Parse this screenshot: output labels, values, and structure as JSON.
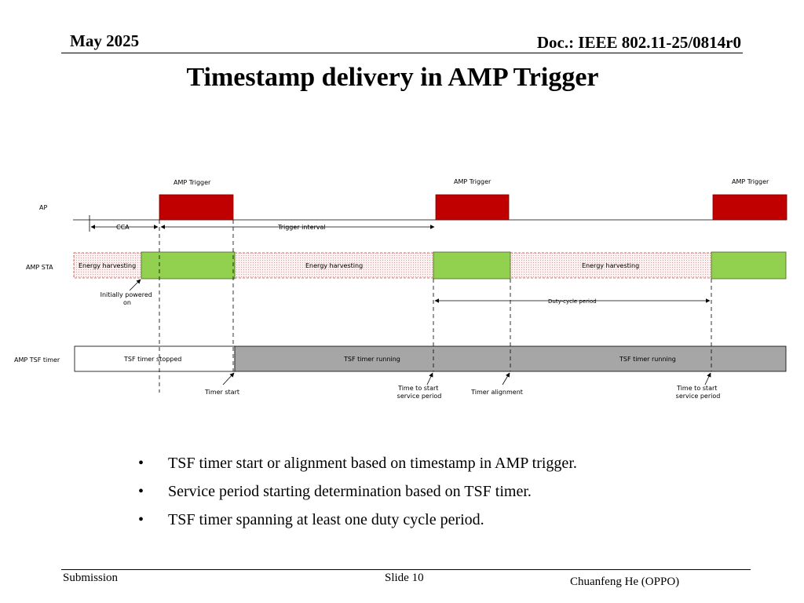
{
  "header": {
    "date": "May 2025",
    "doc": "Doc.: IEEE 802.11-25/0814r0"
  },
  "title": "Timestamp delivery in AMP Trigger",
  "diagram": {
    "rows": {
      "ap": "AP",
      "sta": "AMP STA",
      "tsf": "AMP TSF timer"
    },
    "amp_trigger": "AMP Trigger",
    "cca": "CCA",
    "trigger_interval": "Trigger interval",
    "energy_harvesting": "Energy harvesting",
    "initially_powered_line1": "Initially powered",
    "initially_powered_line2": "on",
    "duty_cycle_period": "Duty-cycle period",
    "tsf_stopped": "TSF timer stopped",
    "tsf_running": "TSF timer running",
    "timer_start": "Timer start",
    "time_to_start_line1": "Time to start",
    "time_to_start_line2": "service period",
    "timer_alignment": "Timer alignment",
    "colors": {
      "trigger": "#c00000",
      "active": "#92d050",
      "harvest_fill": "#fbe4e4",
      "harvest_border": "#c0504d",
      "tsf_running": "#a6a6a6"
    }
  },
  "bullets": [
    "TSF timer start or alignment based on timestamp in AMP trigger.",
    "Service period starting determination based on TSF timer.",
    "TSF timer spanning at least one duty cycle period."
  ],
  "bullet_symbol": "•",
  "footer": {
    "submission": "Submission",
    "slide": "Slide 10",
    "author": "Chuanfeng He (OPPO)"
  }
}
